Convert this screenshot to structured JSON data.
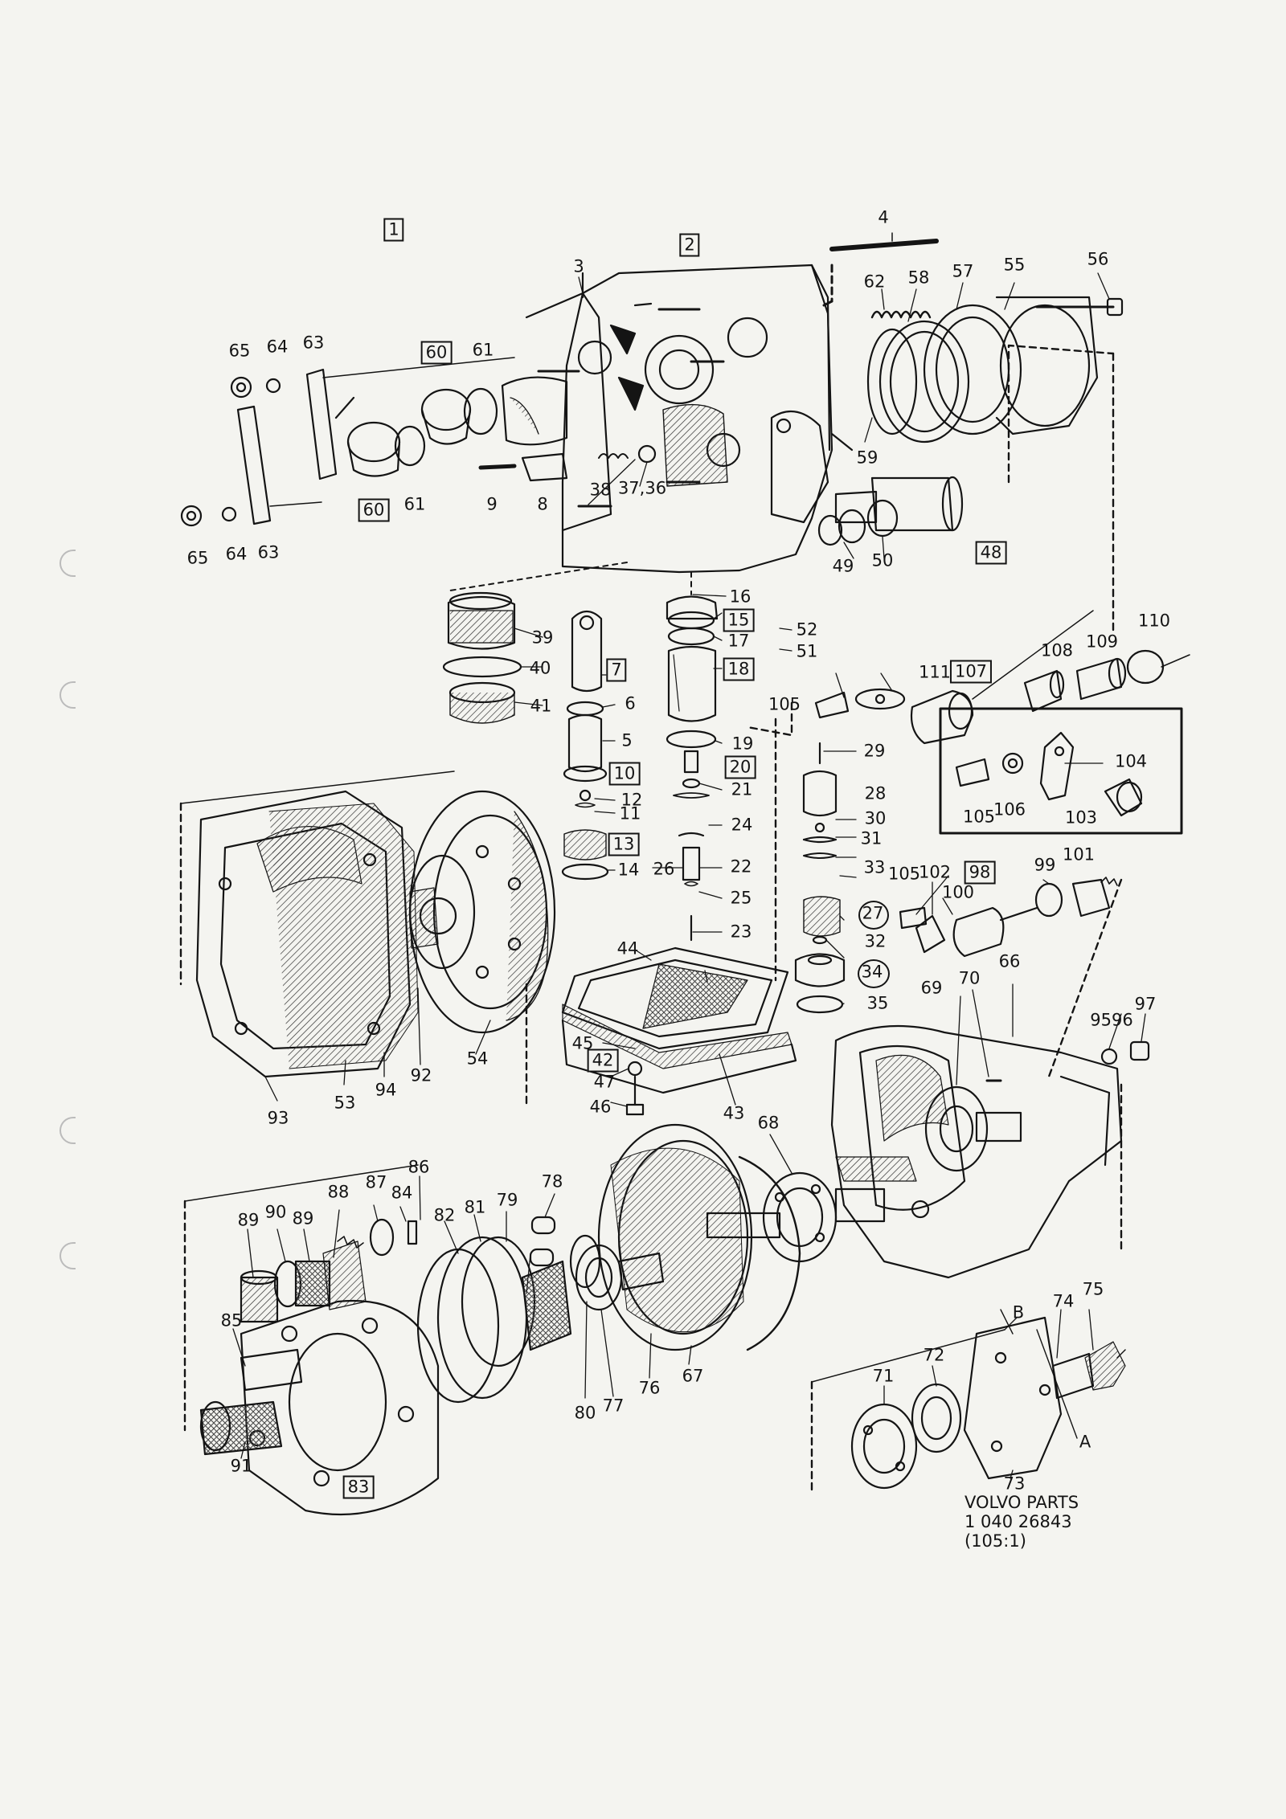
{
  "colors": {
    "paper": "#f4f4f0",
    "ink": "#141414",
    "shade": "#5a5a5a"
  },
  "callouts": [
    {
      "id": "c1",
      "text": "1",
      "boxed": true
    },
    {
      "id": "c2",
      "text": "2",
      "boxed": true
    },
    {
      "id": "c3",
      "text": "3"
    },
    {
      "id": "c4",
      "text": "4"
    },
    {
      "id": "c62",
      "text": "62"
    },
    {
      "id": "c58",
      "text": "58"
    },
    {
      "id": "c57",
      "text": "57"
    },
    {
      "id": "c55",
      "text": "55"
    },
    {
      "id": "c56",
      "text": "56"
    },
    {
      "id": "c65a",
      "text": "65"
    },
    {
      "id": "c64a",
      "text": "64"
    },
    {
      "id": "c63a",
      "text": "63"
    },
    {
      "id": "c60a",
      "text": "60",
      "boxed": true
    },
    {
      "id": "c61a",
      "text": "61"
    },
    {
      "id": "c60b",
      "text": "60",
      "boxed": true
    },
    {
      "id": "c61b",
      "text": "61"
    },
    {
      "id": "c9",
      "text": "9"
    },
    {
      "id": "c8",
      "text": "8"
    },
    {
      "id": "c38",
      "text": "38"
    },
    {
      "id": "c3736",
      "text": "37,36"
    },
    {
      "id": "c59",
      "text": "59"
    },
    {
      "id": "c65b",
      "text": "65"
    },
    {
      "id": "c64b",
      "text": "64"
    },
    {
      "id": "c63b",
      "text": "63"
    },
    {
      "id": "c49",
      "text": "49"
    },
    {
      "id": "c50",
      "text": "50"
    },
    {
      "id": "c48",
      "text": "48",
      "boxed": true
    },
    {
      "id": "c16",
      "text": "16"
    },
    {
      "id": "c15",
      "text": "15",
      "boxed": true
    },
    {
      "id": "c17",
      "text": "17"
    },
    {
      "id": "c18",
      "text": "18",
      "boxed": true
    },
    {
      "id": "c52",
      "text": "52"
    },
    {
      "id": "c51",
      "text": "51"
    },
    {
      "id": "c39",
      "text": "39"
    },
    {
      "id": "c40",
      "text": "40"
    },
    {
      "id": "c41",
      "text": "41"
    },
    {
      "id": "c7",
      "text": "7",
      "boxed": true
    },
    {
      "id": "c6",
      "text": "6"
    },
    {
      "id": "c5",
      "text": "5"
    },
    {
      "id": "c10",
      "text": "10",
      "boxed": true
    },
    {
      "id": "c12",
      "text": "12"
    },
    {
      "id": "c11",
      "text": "11"
    },
    {
      "id": "c13",
      "text": "13",
      "boxed": true
    },
    {
      "id": "c14",
      "text": "14"
    },
    {
      "id": "c19",
      "text": "19"
    },
    {
      "id": "c20",
      "text": "20",
      "boxed": true
    },
    {
      "id": "c21",
      "text": "21"
    },
    {
      "id": "c24",
      "text": "24"
    },
    {
      "id": "c26",
      "text": "26"
    },
    {
      "id": "c22",
      "text": "22"
    },
    {
      "id": "c25",
      "text": "25"
    },
    {
      "id": "c23",
      "text": "23"
    },
    {
      "id": "c110",
      "text": "110"
    },
    {
      "id": "c108",
      "text": "108"
    },
    {
      "id": "c109",
      "text": "109"
    },
    {
      "id": "c111",
      "text": "111"
    },
    {
      "id": "c107",
      "text": "107",
      "boxed": true
    },
    {
      "id": "c105a",
      "text": "105"
    },
    {
      "id": "c29",
      "text": "29"
    },
    {
      "id": "c28",
      "text": "28"
    },
    {
      "id": "c30",
      "text": "30"
    },
    {
      "id": "c31",
      "text": "31"
    },
    {
      "id": "c33",
      "text": "33"
    },
    {
      "id": "c27",
      "text": "27",
      "circled": true
    },
    {
      "id": "c32",
      "text": "32"
    },
    {
      "id": "c34",
      "text": "34",
      "circled": true
    },
    {
      "id": "c35",
      "text": "35"
    },
    {
      "id": "c104",
      "text": "104"
    },
    {
      "id": "c105b",
      "text": "105"
    },
    {
      "id": "c106",
      "text": "106"
    },
    {
      "id": "c103",
      "text": "103"
    },
    {
      "id": "c105c",
      "text": "105"
    },
    {
      "id": "c102",
      "text": "102"
    },
    {
      "id": "c98",
      "text": "98",
      "boxed": true
    },
    {
      "id": "c99",
      "text": "99"
    },
    {
      "id": "c101",
      "text": "101"
    },
    {
      "id": "c100",
      "text": "100"
    },
    {
      "id": "c44",
      "text": "44"
    },
    {
      "id": "c66",
      "text": "66"
    },
    {
      "id": "c69",
      "text": "69"
    },
    {
      "id": "c70",
      "text": "70"
    },
    {
      "id": "c9596",
      "text": "9596"
    },
    {
      "id": "c97",
      "text": "97"
    },
    {
      "id": "c45",
      "text": "45"
    },
    {
      "id": "c42",
      "text": "42",
      "boxed": true
    },
    {
      "id": "c47",
      "text": "47"
    },
    {
      "id": "c46",
      "text": "46"
    },
    {
      "id": "c43",
      "text": "43"
    },
    {
      "id": "c68",
      "text": "68"
    },
    {
      "id": "c93",
      "text": "93"
    },
    {
      "id": "c53",
      "text": "53"
    },
    {
      "id": "c94",
      "text": "94"
    },
    {
      "id": "c92",
      "text": "92"
    },
    {
      "id": "c54",
      "text": "54"
    },
    {
      "id": "c86",
      "text": "86"
    },
    {
      "id": "c78",
      "text": "78"
    },
    {
      "id": "c88",
      "text": "88"
    },
    {
      "id": "c87",
      "text": "87"
    },
    {
      "id": "c84",
      "text": "84"
    },
    {
      "id": "c89a",
      "text": "89"
    },
    {
      "id": "c90",
      "text": "90"
    },
    {
      "id": "c89b",
      "text": "89"
    },
    {
      "id": "c82",
      "text": "82"
    },
    {
      "id": "c81",
      "text": "81"
    },
    {
      "id": "c79",
      "text": "79"
    },
    {
      "id": "c85",
      "text": "85"
    },
    {
      "id": "c80",
      "text": "80"
    },
    {
      "id": "c77",
      "text": "77"
    },
    {
      "id": "c76",
      "text": "76"
    },
    {
      "id": "c67",
      "text": "67"
    },
    {
      "id": "c91",
      "text": "91"
    },
    {
      "id": "c83",
      "text": "83",
      "boxed": true
    },
    {
      "id": "cB",
      "text": "B"
    },
    {
      "id": "c74",
      "text": "74"
    },
    {
      "id": "c75",
      "text": "75"
    },
    {
      "id": "c72",
      "text": "72"
    },
    {
      "id": "c71",
      "text": "71"
    },
    {
      "id": "cA",
      "text": "A"
    },
    {
      "id": "c73",
      "text": "73"
    }
  ],
  "footer": {
    "line1": "VOLVO  PARTS",
    "line2": "1 040   26843",
    "line3": "(105:1)"
  }
}
